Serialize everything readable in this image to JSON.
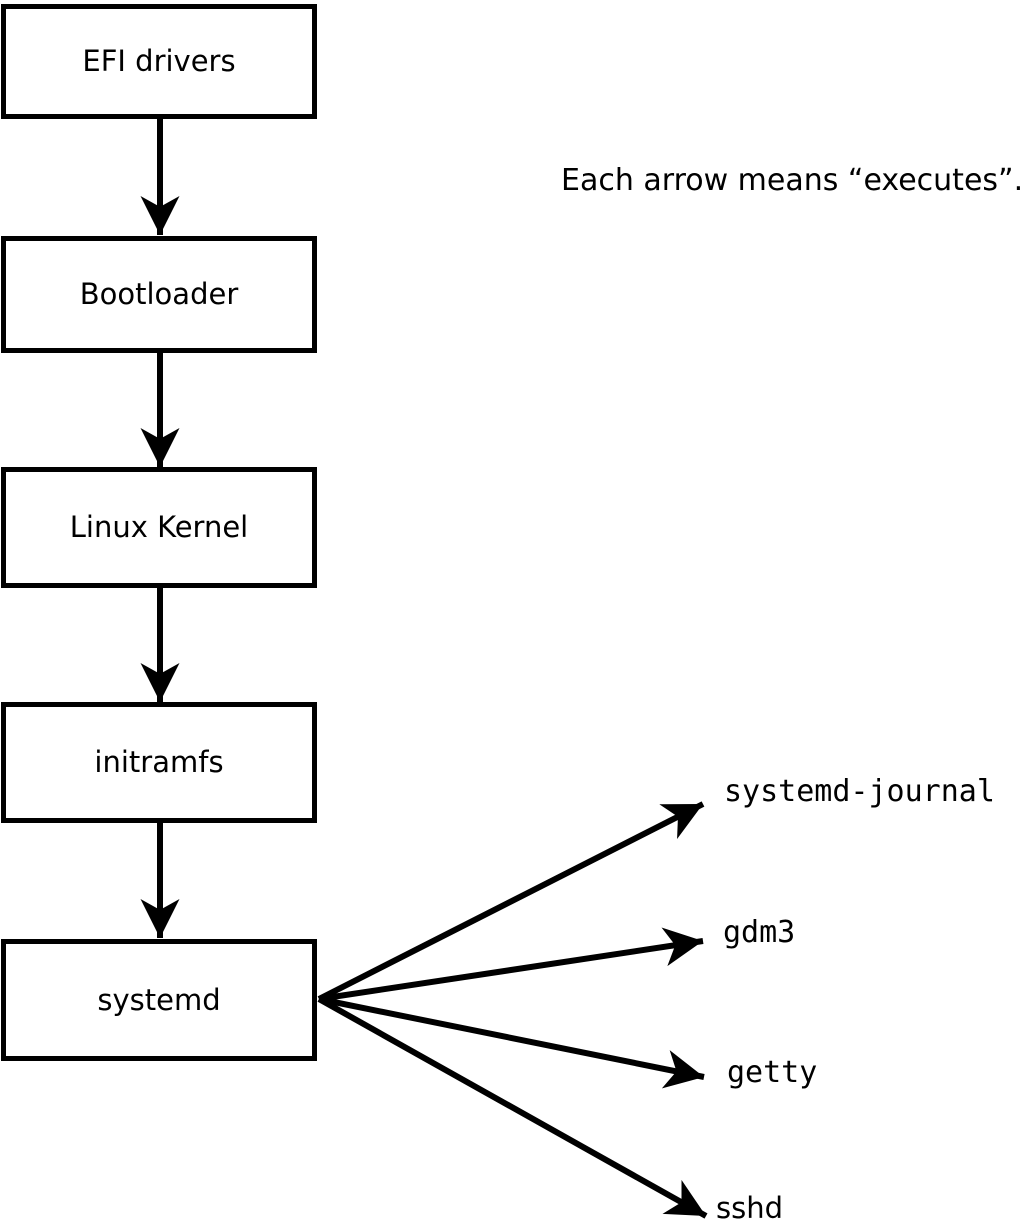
{
  "diagram": {
    "annotation": "Each arrow means “executes”.",
    "arrow_meaning": "executes",
    "boot_chain": [
      {
        "id": "efi-drivers",
        "label": "EFI drivers"
      },
      {
        "id": "bootloader",
        "label": "Bootloader"
      },
      {
        "id": "linux-kernel",
        "label": "Linux Kernel"
      },
      {
        "id": "initramfs",
        "label": "initramfs"
      },
      {
        "id": "systemd",
        "label": "systemd"
      }
    ],
    "systemd_children": [
      {
        "id": "systemd-journal",
        "label": "systemd-journal"
      },
      {
        "id": "gdm3",
        "label": "gdm3"
      },
      {
        "id": "getty",
        "label": "getty"
      },
      {
        "id": "sshd",
        "label": "sshd"
      }
    ],
    "edges": [
      {
        "from": "EFI drivers",
        "to": "Bootloader",
        "meaning": "executes"
      },
      {
        "from": "Bootloader",
        "to": "Linux Kernel",
        "meaning": "executes"
      },
      {
        "from": "Linux Kernel",
        "to": "initramfs",
        "meaning": "executes"
      },
      {
        "from": "initramfs",
        "to": "systemd",
        "meaning": "executes"
      },
      {
        "from": "systemd",
        "to": "systemd-journal",
        "meaning": "executes"
      },
      {
        "from": "systemd",
        "to": "gdm3",
        "meaning": "executes"
      },
      {
        "from": "systemd",
        "to": "getty",
        "meaning": "executes"
      },
      {
        "from": "systemd",
        "to": "sshd",
        "meaning": "executes"
      }
    ],
    "colors": {
      "ink": "#000000",
      "background": "#ffffff",
      "box_fill": "#ffffff"
    }
  }
}
